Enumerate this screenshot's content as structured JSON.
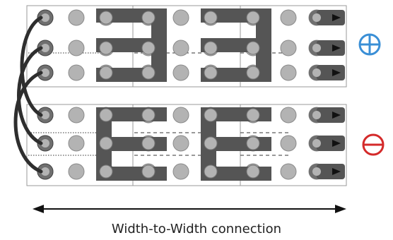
{
  "caption": "Width-to-Width connection",
  "terminals": {
    "positive": {
      "symbol": "plus-circle",
      "color": "#3a8fd6"
    },
    "negative": {
      "symbol": "minus-circle",
      "color": "#d42a2a"
    }
  },
  "colors": {
    "bar": "#555555",
    "post_light": "#b3b3b3",
    "post_dark": "#6f6f6f",
    "cable": "#2e2e2e",
    "battery_border": "#999999",
    "arrow": "#111111"
  }
}
